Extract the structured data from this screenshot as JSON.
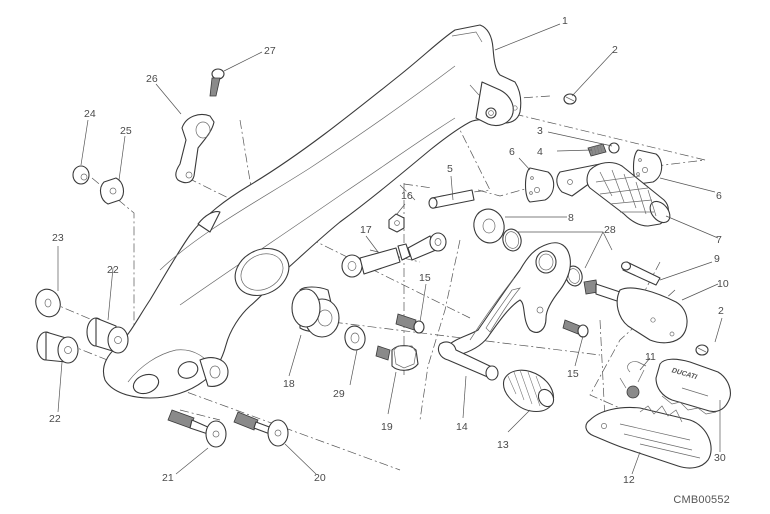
{
  "diagram": {
    "title": "Footpeg and gear change lever assembly (exploded view)",
    "drawing_code": "CMB00552",
    "logo_text": "DUCATI",
    "callouts": [
      {
        "id": "c1",
        "label": "1"
      },
      {
        "id": "c2a",
        "label": "2"
      },
      {
        "id": "c2b",
        "label": "2"
      },
      {
        "id": "c3",
        "label": "3"
      },
      {
        "id": "c4",
        "label": "4"
      },
      {
        "id": "c5",
        "label": "5"
      },
      {
        "id": "c6a",
        "label": "6"
      },
      {
        "id": "c6b",
        "label": "6"
      },
      {
        "id": "c7",
        "label": "7"
      },
      {
        "id": "c8",
        "label": "8"
      },
      {
        "id": "c9",
        "label": "9"
      },
      {
        "id": "c10",
        "label": "10"
      },
      {
        "id": "c11",
        "label": "11"
      },
      {
        "id": "c12",
        "label": "12"
      },
      {
        "id": "c13",
        "label": "13"
      },
      {
        "id": "c14",
        "label": "14"
      },
      {
        "id": "c15a",
        "label": "15"
      },
      {
        "id": "c15b",
        "label": "15"
      },
      {
        "id": "c16",
        "label": "16"
      },
      {
        "id": "c17",
        "label": "17"
      },
      {
        "id": "c18",
        "label": "18"
      },
      {
        "id": "c19",
        "label": "19"
      },
      {
        "id": "c20",
        "label": "20"
      },
      {
        "id": "c21",
        "label": "21"
      },
      {
        "id": "c22a",
        "label": "22"
      },
      {
        "id": "c22b",
        "label": "22"
      },
      {
        "id": "c23",
        "label": "23"
      },
      {
        "id": "c24",
        "label": "24"
      },
      {
        "id": "c25",
        "label": "25"
      },
      {
        "id": "c26",
        "label": "26"
      },
      {
        "id": "c27",
        "label": "27"
      },
      {
        "id": "c28",
        "label": "28"
      },
      {
        "id": "c29",
        "label": "29"
      },
      {
        "id": "c30",
        "label": "30"
      }
    ]
  }
}
